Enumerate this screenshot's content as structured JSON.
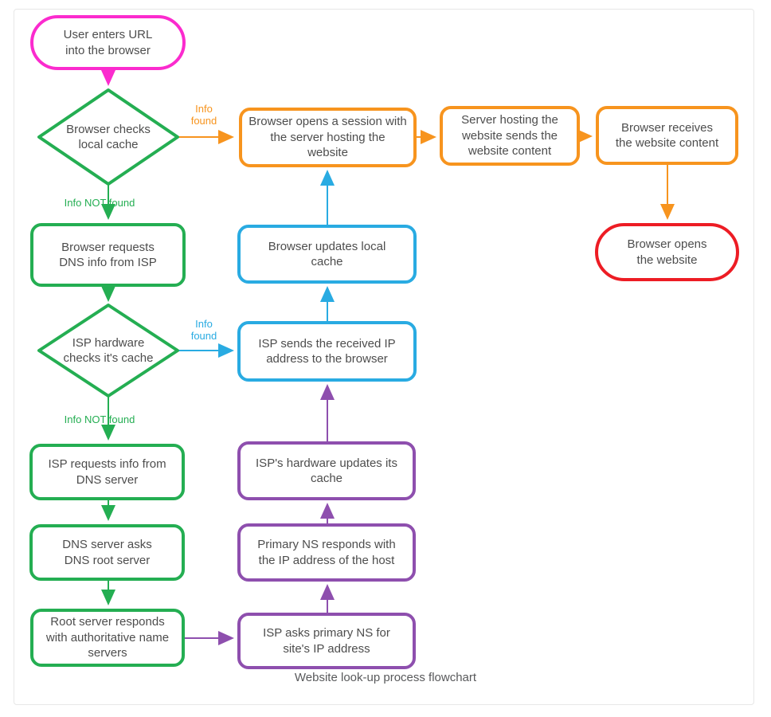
{
  "caption": "Website look-up process flowchart",
  "colors": {
    "magenta": "#fb2bce",
    "green": "#24ae52",
    "orange": "#f7941e",
    "blue": "#29abe2",
    "purple": "#8e4fae",
    "red": "#ed1c24",
    "node_text": "#4d4d4d",
    "caption_text": "#58595b",
    "frame_border": "#e7e7e7"
  },
  "nodes": {
    "start": {
      "label": "User enters URL into the browser",
      "shape": "stadium",
      "color": "#fb2bce"
    },
    "check_cache": {
      "label": "Browser checks local cache",
      "shape": "diamond",
      "color": "#24ae52"
    },
    "session": {
      "label": "Browser opens a session with the server hosting the website",
      "shape": "rect",
      "color": "#f7941e"
    },
    "server_sends": {
      "label": "Server hosting the website sends the website content",
      "shape": "rect",
      "color": "#f7941e"
    },
    "receives": {
      "label": "Browser receives the website content",
      "shape": "rect",
      "color": "#f7941e"
    },
    "opens_website": {
      "label": "Browser opens the website",
      "shape": "stadium",
      "color": "#ed1c24"
    },
    "requests_dns": {
      "label": "Browser requests DNS info from ISP",
      "shape": "rect",
      "color": "#24ae52"
    },
    "isp_checks": {
      "label": "ISP hardware checks it's cache",
      "shape": "diamond",
      "color": "#24ae52"
    },
    "updates_local": {
      "label": "Browser updates local cache",
      "shape": "rect",
      "color": "#29abe2"
    },
    "isp_sends": {
      "label": "ISP sends the received IP address to the browser",
      "shape": "rect",
      "color": "#29abe2"
    },
    "isp_requests": {
      "label": "ISP requests info from DNS server",
      "shape": "rect",
      "color": "#24ae52"
    },
    "dns_asks": {
      "label": "DNS server asks DNS root server",
      "shape": "rect",
      "color": "#24ae52"
    },
    "root_responds": {
      "label": "Root server responds with authoritative name servers",
      "shape": "rect",
      "color": "#24ae52"
    },
    "isp_hw_updates": {
      "label": "ISP's hardware updates its cache",
      "shape": "rect",
      "color": "#8e4fae"
    },
    "primary_responds": {
      "label": "Primary NS responds with the IP address of the host",
      "shape": "rect",
      "color": "#8e4fae"
    },
    "isp_asks": {
      "label": "ISP asks primary NS for site's IP address",
      "shape": "rect",
      "color": "#8e4fae"
    }
  },
  "edge_labels": {
    "cache_info_found": "Info found",
    "cache_info_not_found": "Info NOT found",
    "isp_info_found": "Info found",
    "isp_info_not_found": "Info NOT found"
  },
  "connections": [
    {
      "from": "start",
      "to": "check_cache",
      "color": "#fb2bce"
    },
    {
      "from": "check_cache",
      "to": "session",
      "label": "Info found",
      "color": "#f7941e"
    },
    {
      "from": "check_cache",
      "to": "requests_dns",
      "label": "Info NOT found",
      "color": "#24ae52"
    },
    {
      "from": "session",
      "to": "server_sends",
      "color": "#f7941e"
    },
    {
      "from": "server_sends",
      "to": "receives",
      "color": "#f7941e"
    },
    {
      "from": "receives",
      "to": "opens_website",
      "color": "#f7941e"
    },
    {
      "from": "requests_dns",
      "to": "isp_checks",
      "color": "#24ae52"
    },
    {
      "from": "isp_checks",
      "to": "isp_sends",
      "label": "Info found",
      "color": "#29abe2"
    },
    {
      "from": "isp_checks",
      "to": "isp_requests",
      "label": "Info NOT found",
      "color": "#24ae52"
    },
    {
      "from": "isp_sends",
      "to": "updates_local",
      "color": "#29abe2"
    },
    {
      "from": "updates_local",
      "to": "session",
      "color": "#29abe2"
    },
    {
      "from": "isp_requests",
      "to": "dns_asks",
      "color": "#24ae52"
    },
    {
      "from": "dns_asks",
      "to": "root_responds",
      "color": "#24ae52"
    },
    {
      "from": "root_responds",
      "to": "isp_asks",
      "color": "#8e4fae"
    },
    {
      "from": "isp_asks",
      "to": "primary_responds",
      "color": "#8e4fae"
    },
    {
      "from": "primary_responds",
      "to": "isp_hw_updates",
      "color": "#8e4fae"
    },
    {
      "from": "isp_hw_updates",
      "to": "isp_sends",
      "color": "#8e4fae"
    }
  ]
}
